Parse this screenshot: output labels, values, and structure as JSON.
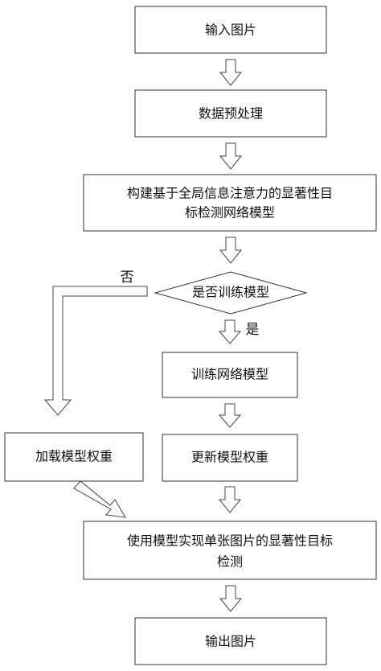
{
  "flowchart": {
    "input_image": "输入图片",
    "preprocess": "数据预处理",
    "build_model_line1": "构建基于全局信息注意力的显著性目",
    "build_model_line2": "标检测网络模型",
    "decision": "是否训练模型",
    "branch_yes": "是",
    "branch_no": "否",
    "train_network": "训练网络模型",
    "load_weights": "加载模型权重",
    "update_weights": "更新模型权重",
    "detect_line1": "使用模型实现单张图片的显著性目标",
    "detect_line2": "检测",
    "output_image": "输出图片"
  }
}
